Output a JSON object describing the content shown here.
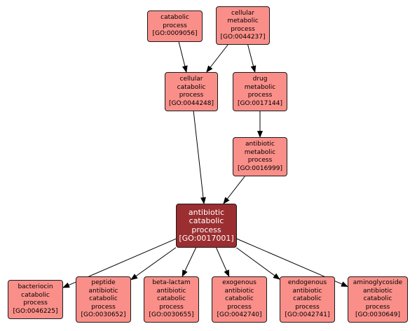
{
  "colors": {
    "node_fill": "#fa8f89",
    "focus_fill": "#9b2e30",
    "border": "#1a1a1a",
    "edge": "#000000"
  },
  "nodes": {
    "catabolic_process": {
      "lines": [
        "catabolic",
        "process",
        "[GO:0009056]"
      ]
    },
    "cellular_metabolic_process": {
      "lines": [
        "cellular",
        "metabolic",
        "process",
        "[GO:0044237]"
      ]
    },
    "cellular_catabolic_process": {
      "lines": [
        "cellular",
        "catabolic",
        "process",
        "[GO:0044248]"
      ]
    },
    "drug_metabolic_process": {
      "lines": [
        "drug",
        "metabolic",
        "process",
        "[GO:0017144]"
      ]
    },
    "antibiotic_metabolic_process": {
      "lines": [
        "antibiotic",
        "metabolic",
        "process",
        "[GO:0016999]"
      ]
    },
    "antibiotic_catabolic_process": {
      "lines": [
        "antibiotic",
        "catabolic",
        "process",
        "[GO:0017001]"
      ]
    },
    "bacteriocin_catabolic_process": {
      "lines": [
        "bacteriocin",
        "catabolic",
        "process",
        "[GO:0046225]"
      ]
    },
    "peptide_antibiotic_catabolic_process": {
      "lines": [
        "peptide",
        "antibiotic",
        "catabolic",
        "process",
        "[GO:0030652]"
      ]
    },
    "beta_lactam_antibiotic_catabolic_process": {
      "lines": [
        "beta-lactam",
        "antibiotic",
        "catabolic",
        "process",
        "[GO:0030655]"
      ]
    },
    "exogenous_antibiotic_catabolic_process": {
      "lines": [
        "exogenous",
        "antibiotic",
        "catabolic",
        "process",
        "[GO:0042740]"
      ]
    },
    "endogenous_antibiotic_catabolic_process": {
      "lines": [
        "endogenous",
        "antibiotic",
        "catabolic",
        "process",
        "[GO:0042741]"
      ]
    },
    "aminoglycoside_antibiotic_catabolic_process": {
      "lines": [
        "aminoglycoside",
        "antibiotic",
        "catabolic",
        "process",
        "[GO:0030649]"
      ]
    }
  },
  "edges": [
    {
      "from": "catabolic_process",
      "to": "cellular_catabolic_process"
    },
    {
      "from": "cellular_metabolic_process",
      "to": "cellular_catabolic_process"
    },
    {
      "from": "cellular_metabolic_process",
      "to": "drug_metabolic_process"
    },
    {
      "from": "drug_metabolic_process",
      "to": "antibiotic_metabolic_process"
    },
    {
      "from": "cellular_catabolic_process",
      "to": "antibiotic_catabolic_process"
    },
    {
      "from": "antibiotic_metabolic_process",
      "to": "antibiotic_catabolic_process"
    },
    {
      "from": "antibiotic_catabolic_process",
      "to": "bacteriocin_catabolic_process"
    },
    {
      "from": "antibiotic_catabolic_process",
      "to": "peptide_antibiotic_catabolic_process"
    },
    {
      "from": "antibiotic_catabolic_process",
      "to": "beta_lactam_antibiotic_catabolic_process"
    },
    {
      "from": "antibiotic_catabolic_process",
      "to": "exogenous_antibiotic_catabolic_process"
    },
    {
      "from": "antibiotic_catabolic_process",
      "to": "endogenous_antibiotic_catabolic_process"
    },
    {
      "from": "antibiotic_catabolic_process",
      "to": "aminoglycoside_antibiotic_catabolic_process"
    }
  ]
}
